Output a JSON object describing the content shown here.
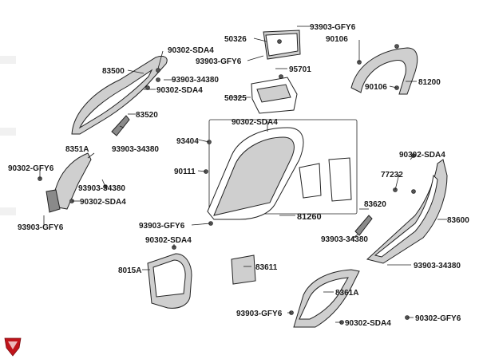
{
  "labels": {
    "p93903_gfy6_top": "93903-GFY6",
    "p50326": "50326",
    "p90302_sda4_a": "90302-SDA4",
    "p93903_gfy6_b": "93903-GFY6",
    "p90106_a": "90106",
    "p83500": "83500",
    "p93903_34380_a": "93903-34380",
    "p95701": "95701",
    "p90302_sda4_b": "90302-SDA4",
    "p90106_b": "90106",
    "p81200": "81200",
    "p50325": "50325",
    "p83520": "83520",
    "p90302_sda4_c": "90302-SDA4",
    "p93404": "93404",
    "p8351a": "8351A",
    "p93903_34380_b": "93903-34380",
    "p90302_sda4_d": "90302-SDA4",
    "p90302_gfy6_a": "90302-GFY6",
    "p90111": "90111",
    "p77232": "77232",
    "p93903_34380_c": "93903-34380",
    "p90302_sda4_e": "90302-SDA4",
    "p83620": "83620",
    "p83600": "83600",
    "p93903_gfy6_c": "93903-GFY6",
    "p81260": "81260",
    "p93903_gfy6_d": "93903-GFY6",
    "p93903_34380_d": "93903-34380",
    "p90302_sda4_f": "90302-SDA4",
    "p93903_34380_e": "93903-34380",
    "p8015a": "8015A",
    "p83611": "83611",
    "p8361a": "8361A",
    "p93903_gfy6_e": "93903-GFY6",
    "p90302_gfy6_b": "90302-GFY6",
    "p90302_sda4_g": "90302-SDA4"
  },
  "colors": {
    "logo_red": "#c0141b",
    "line": "#222222",
    "shade": "#cfcfcf"
  },
  "icons": {
    "logo": "brand-logo-icon"
  }
}
